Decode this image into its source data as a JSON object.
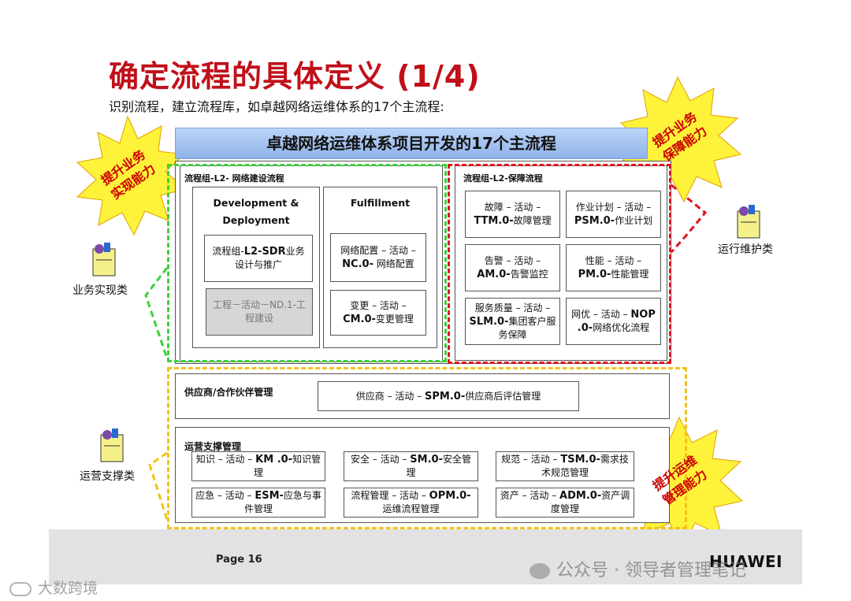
{
  "title": "确定流程的具体定义 (1/4)",
  "subtitle": "识别流程，建立流程库，如卓越网络运维体系的17个主流程:",
  "banner": "卓越网络运维体系项目开发的17个主流程",
  "bursts": {
    "left": [
      "提升业务",
      "实现能力"
    ],
    "top_right": [
      "提升业务",
      "保障能力"
    ],
    "bottom_right": [
      "提升运维",
      "管理能力"
    ]
  },
  "side_labels": {
    "business": "业务实现类",
    "operations": "运行维护类",
    "support": "运营支撑类"
  },
  "construction": {
    "label": "流程组-L2- 网络建设流程",
    "dev_head": "Development &",
    "dev_head2": "Deployment",
    "sdr_pre": "流程组-",
    "sdr_code": "L2-SDR",
    "sdr_post": "业务设计与推广",
    "nd": "工程－活动－ND.1-工程建设",
    "ful_head": "Fulfillment",
    "nc_pre": "网络配置 – 活动 – ",
    "nc_code": "NC.0-",
    "nc_post": " 网络配置",
    "cm_pre": "变更 – 活动 – ",
    "cm_code": "CM.0-",
    "cm_post": "变更管理"
  },
  "assurance": {
    "label": "流程组-L2-保障流程",
    "ttm_pre": "故障 – 活动 – ",
    "ttm_code": "TTM.0-",
    "ttm_post": "故障管理",
    "psm_pre": "作业计划 – 活动 – ",
    "psm_code": "PSM.0-",
    "psm_post": "作业计划",
    "am_pre": "告警 – 活动 – ",
    "am_code": "AM.0-",
    "am_post": "告警监控",
    "pm_pre": "性能 – 活动 – ",
    "pm_code": "PM.0-",
    "pm_post": "性能管理",
    "slm_pre": "服务质量 – 活动 – ",
    "slm_code": "SLM.0-",
    "slm_post": "集团客户服务保障",
    "nop_pre": "网优 – 活动 – ",
    "nop_code": "NOP .0-",
    "nop_post": "网络优化流程"
  },
  "supplier": {
    "label": "供应商/合作伙伴管理",
    "spm_pre": "供应商 – 活动 – ",
    "spm_code": "SPM.0-",
    "spm_post": "供应商后评估管理"
  },
  "ops_support": {
    "label": "运营支撑管理",
    "km_pre": "知识 – 活动 – ",
    "km_code": "KM .0-",
    "km_post": "知识管理",
    "sm_pre": "安全 – 活动 – ",
    "sm_code": "SM.0-",
    "sm_post": "安全管理",
    "tsm_pre": "规范 – 活动 – ",
    "tsm_code": "TSM.0-",
    "tsm_post": "需求技术规范管理",
    "esm_pre": "应急 – 活动 – ",
    "esm_code": "ESM-",
    "esm_post": "应急与事件管理",
    "opm_pre": "流程管理 – 活动 – ",
    "opm_code": "OPM.0-",
    "opm_post": "运维流程管理",
    "adm_pre": "资产 – 活动 – ",
    "adm_code": "ADM.0-",
    "adm_post": "资产调度管理"
  },
  "footer": {
    "page": "Page 16",
    "brand": "HUAWEI",
    "watermark_right": "公众号 · 领导者管理笔记",
    "watermark_left": "大数跨境"
  },
  "colors": {
    "title_red": "#c0101a",
    "green_dash": "#3bd13b",
    "red_dash": "#e0141e",
    "yellow_dash": "#f2c21a",
    "burst_fill": "#fff23a"
  }
}
